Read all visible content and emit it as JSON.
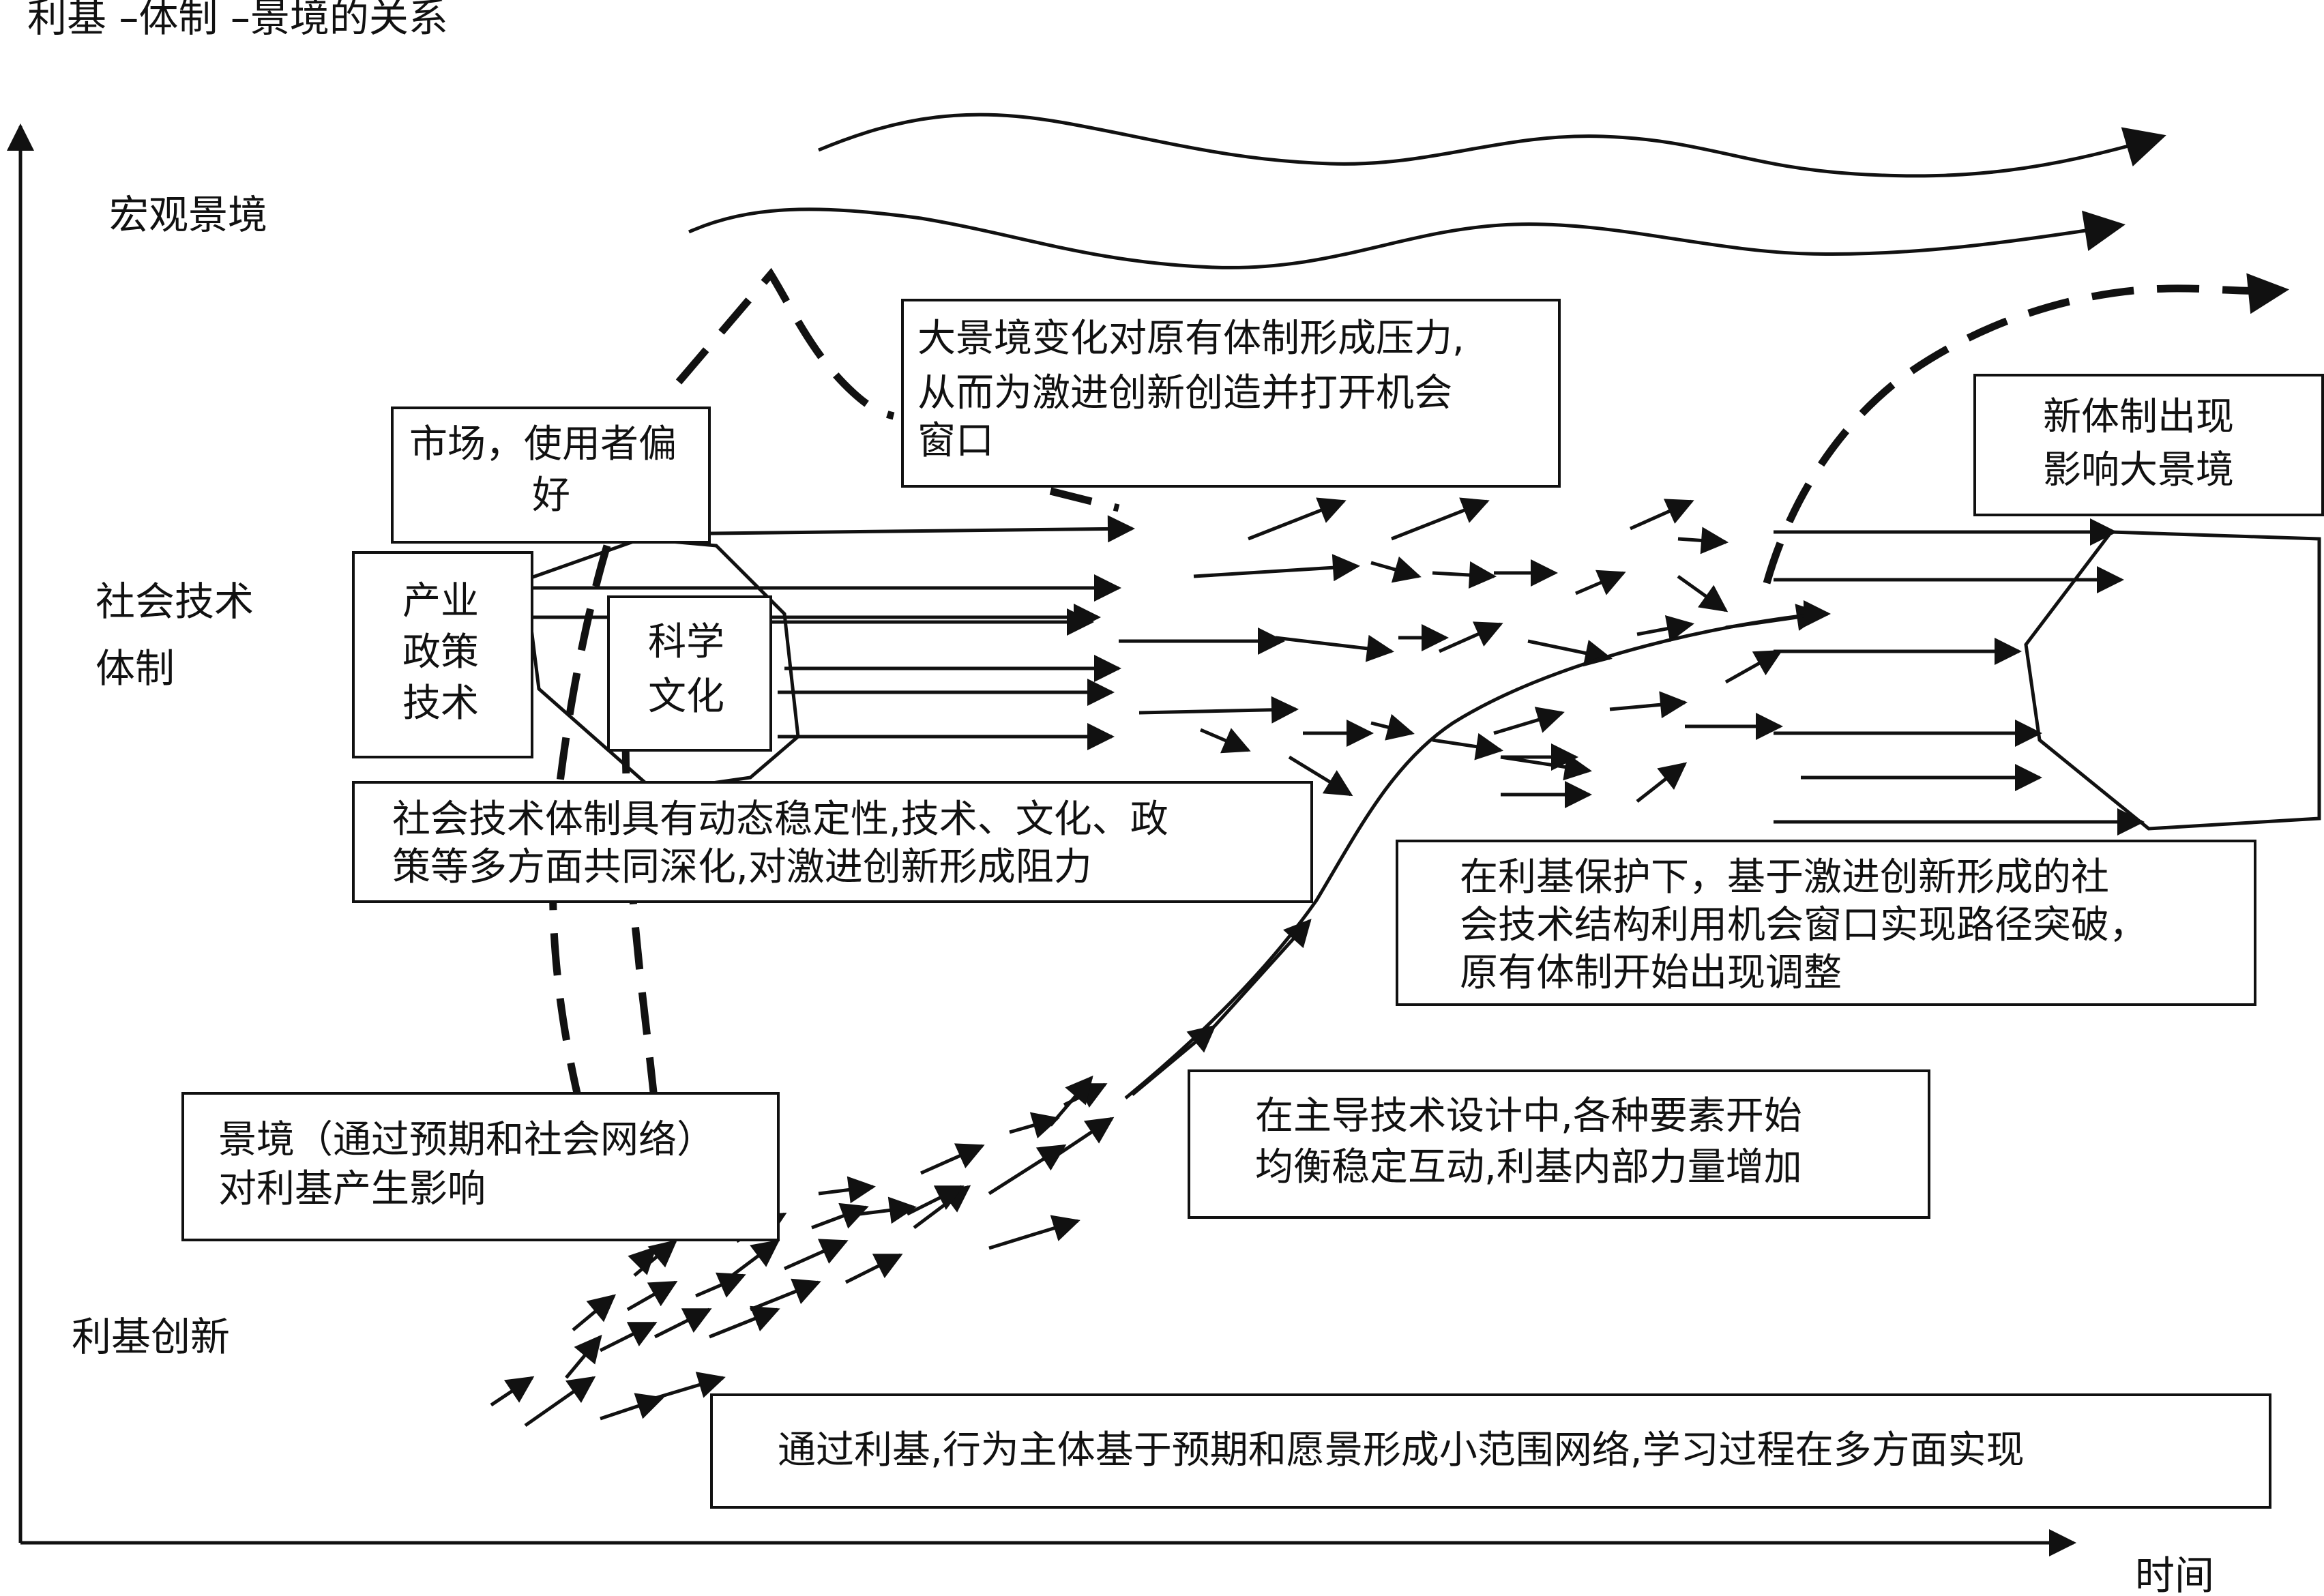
{
  "figure": {
    "title": "利基 –体制 –景境的关系",
    "x_axis_label": "时间"
  },
  "levels": {
    "landscape": "宏观景境",
    "regime_line1": "社会技术",
    "regime_line2": "体制",
    "niche": "利基创新"
  },
  "boxes": {
    "market": [
      "市场，使用者偏",
      "好"
    ],
    "industry": [
      "产业",
      "政策",
      "技术"
    ],
    "science": [
      "科学",
      "文化"
    ],
    "landscape_pressure": [
      "大景境变化对原有体制形成压力,",
      "从而为激进创新创造并打开机会",
      "窗口"
    ],
    "new_regime": [
      "新体制出现",
      "影响大景境"
    ],
    "regime_stability": [
      "社会技术体制具有动态稳定性,技术、文化、政",
      "策等多方面共同深化,对激进创新形成阻力"
    ],
    "breakthrough": [
      "在利基保护下，基于激进创新形成的社",
      "会技术结构利用机会窗口实现路径突破，",
      "原有体制开始出现调整"
    ],
    "landscape_influence": [
      "景境（通过预期和社会网络）",
      "对利基产生影响"
    ],
    "dominant_design": [
      "在主导技术设计中,各种要素开始",
      "均衡稳定互动,利基内部力量增加"
    ],
    "niche_network": [
      "通过利基,行为主体基于预期和愿景形成小范围网络,学习过程在多方面实现"
    ]
  }
}
